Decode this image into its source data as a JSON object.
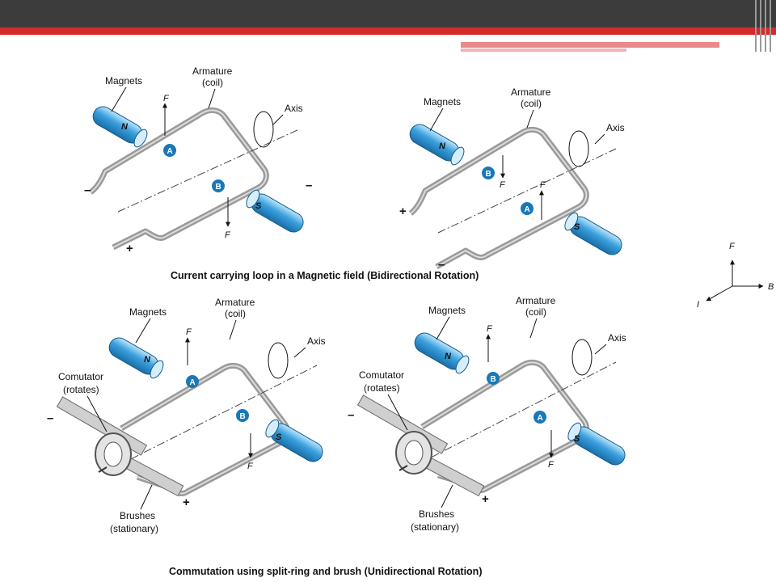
{
  "slide": {
    "caption_top": "Current carrying loop in a Magnetic field (Bidirectional Rotation)",
    "caption_bottom": "Commutation using split-ring and brush (Unidirectional Rotation)"
  },
  "labels": {
    "magnets": "Magnets",
    "armature": "Armature",
    "coil": "(coil)",
    "axis": "Axis",
    "comutator": "Comutator",
    "rotates": "(rotates)",
    "brushes": "Brushes",
    "stationary": "(stationary)",
    "north": "N",
    "south": "S",
    "point_a": "A",
    "point_b": "B",
    "force": "F",
    "plus": "+",
    "minus": "–"
  },
  "legend_axes": {
    "f": "F",
    "b": "B",
    "i": "I"
  },
  "colors": {
    "magnet": "#3aa0de",
    "marker": "#1878b8",
    "wire": "#9a9a9a",
    "accent": "#d42a2a"
  }
}
